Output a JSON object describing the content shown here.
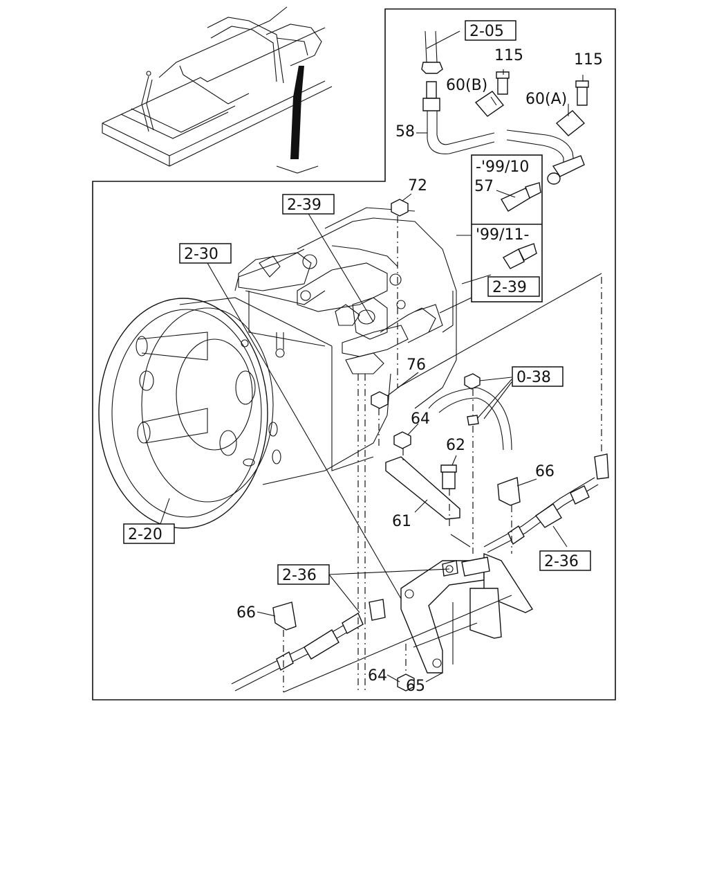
{
  "parts": {
    "p115a": "115",
    "p115b": "115",
    "p60b": "60(B)",
    "p60a": "60(A)",
    "p58": "58",
    "p57": "57",
    "p72": "72",
    "p76": "76",
    "p64a": "64",
    "p62": "62",
    "p66a": "66",
    "p61": "61",
    "p66b": "66",
    "p64b": "64",
    "p65": "65"
  },
  "refs": {
    "r205": "2-05",
    "r239a": "2-39",
    "r230": "2-30",
    "r239b": "2-39",
    "r038": "0-38",
    "r220": "2-20",
    "r236a": "2-36",
    "r236b": "2-36"
  },
  "variants": {
    "v1": "-'99/10",
    "v2": "'99/11-"
  }
}
